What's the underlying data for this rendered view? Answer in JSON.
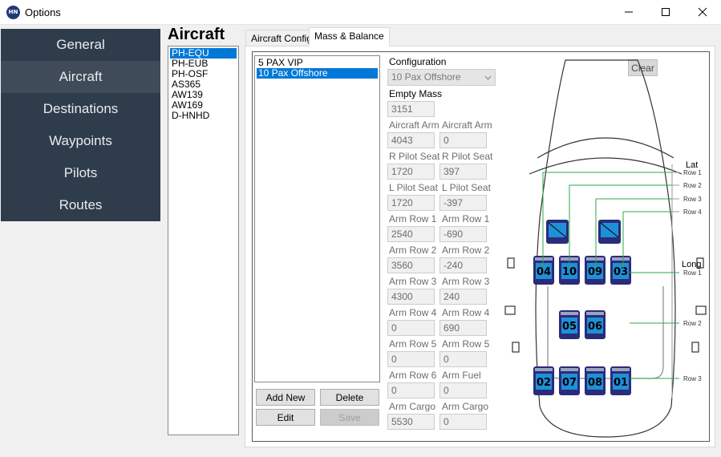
{
  "window": {
    "title": "Options",
    "app_icon_text": "HN"
  },
  "nav": {
    "items": [
      "General",
      "Aircraft",
      "Destinations",
      "Waypoints",
      "Pilots",
      "Routes"
    ],
    "active": "Aircraft"
  },
  "aircraft": {
    "heading": "Aircraft",
    "list": [
      "PH-EQU",
      "PH-EUB",
      "PH-OSF",
      "AS365",
      "AW139",
      "AW169",
      "D-HNHD"
    ],
    "selected": "PH-EQU"
  },
  "tabs": [
    "Aircraft Config",
    "Mass & Balance"
  ],
  "active_tab": "Mass & Balance",
  "configs": {
    "items": [
      "5 PAX VIP",
      "10 Pax Offshore"
    ],
    "selected": "10 Pax Offshore"
  },
  "buttons": {
    "add_new": "Add New",
    "delete": "Delete",
    "edit": "Edit",
    "save": "Save",
    "clear": "Clear"
  },
  "form": {
    "configuration_label": "Configuration",
    "configuration_value": "10 Pax Offshore",
    "empty_mass_label": "Empty Mass",
    "empty_mass_value": "3151",
    "pairs": [
      {
        "left_label": "Aircraft Arm",
        "left_value": "4043",
        "right_label": "Aircraft Arm",
        "right_value": "0"
      },
      {
        "left_label": "R Pilot Seat",
        "left_value": "1720",
        "right_label": "R Pilot Seat",
        "right_value": "397"
      },
      {
        "left_label": "L Pilot Seat",
        "left_value": "1720",
        "right_label": "L Pilot Seat",
        "right_value": "-397"
      },
      {
        "left_label": "Arm Row 1",
        "left_value": "2540",
        "right_label": "Arm Row 1",
        "right_value": "-690"
      },
      {
        "left_label": "Arm Row 2",
        "left_value": "3560",
        "right_label": "Arm Row 2",
        "right_value": "-240"
      },
      {
        "left_label": "Arm Row 3",
        "left_value": "4300",
        "right_label": "Arm Row 3",
        "right_value": "240"
      },
      {
        "left_label": "Arm Row 4",
        "left_value": "0",
        "right_label": "Arm Row 4",
        "right_value": "690"
      },
      {
        "left_label": "Arm Row 5",
        "left_value": "0",
        "right_label": "Arm Row 5",
        "right_value": "0"
      },
      {
        "left_label": "Arm Row 6",
        "left_value": "0",
        "right_label": "Arm Fuel",
        "right_value": "0"
      },
      {
        "left_label": "Arm Cargo",
        "left_value": "5530",
        "right_label": "Arm Cargo",
        "right_value": "0"
      }
    ]
  },
  "diagram": {
    "lat_label": "Lat",
    "lat_rows": [
      "Row 1",
      "Row 2",
      "Row 3",
      "Row 4"
    ],
    "long_label": "Long",
    "long_rows": [
      "Row 1",
      "Row 2",
      "Row 3"
    ],
    "seats_row1": [
      "04",
      "10",
      "09",
      "03"
    ],
    "seats_row2": [
      "05",
      "06"
    ],
    "seats_row3": [
      "02",
      "07",
      "08",
      "01"
    ],
    "colors": {
      "seat_blue": "#1e90d8",
      "seat_frame": "#2b2b7a",
      "arm_line": "#2eaa4a"
    }
  }
}
